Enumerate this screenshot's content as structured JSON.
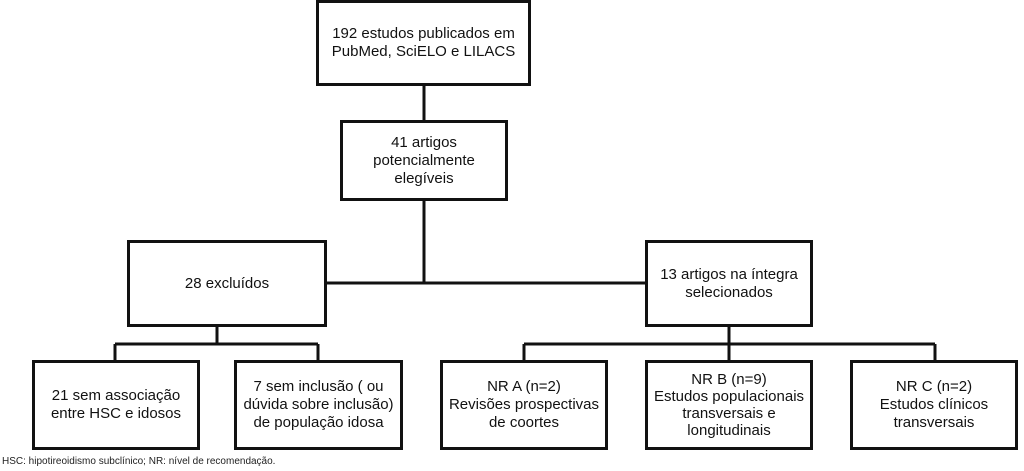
{
  "nodes": {
    "start": {
      "lines": [
        "192 estudos publicados em",
        "PubMed, SciELO e LILACS"
      ]
    },
    "potential": {
      "lines": [
        "41 artigos",
        "potencialmente",
        "elegíveis"
      ]
    },
    "excluded": {
      "lines": [
        "28 excluídos"
      ]
    },
    "selected": {
      "lines": [
        "13 artigos na íntegra",
        "selecionados"
      ]
    },
    "no_association": {
      "lines": [
        "21 sem associação",
        "entre HSC e idosos"
      ]
    },
    "no_inclusion": {
      "lines": [
        "7 sem inclusão ( ou",
        "dúvida sobre inclusão)",
        "de população idosa"
      ]
    },
    "nr_a": {
      "lines": [
        "NR A (n=2)",
        "Revisões prospectivas",
        "de coortes"
      ]
    },
    "nr_b": {
      "lines": [
        "NR B (n=9)",
        "Estudos populacionais",
        "transversais e",
        "longitudinais"
      ]
    },
    "nr_c": {
      "lines": [
        "NR C (n=2)",
        "Estudos clínicos",
        "transversais"
      ]
    }
  },
  "footnote": "HSC: hipotireoidismo subclínico; NR: nível de recomendação."
}
